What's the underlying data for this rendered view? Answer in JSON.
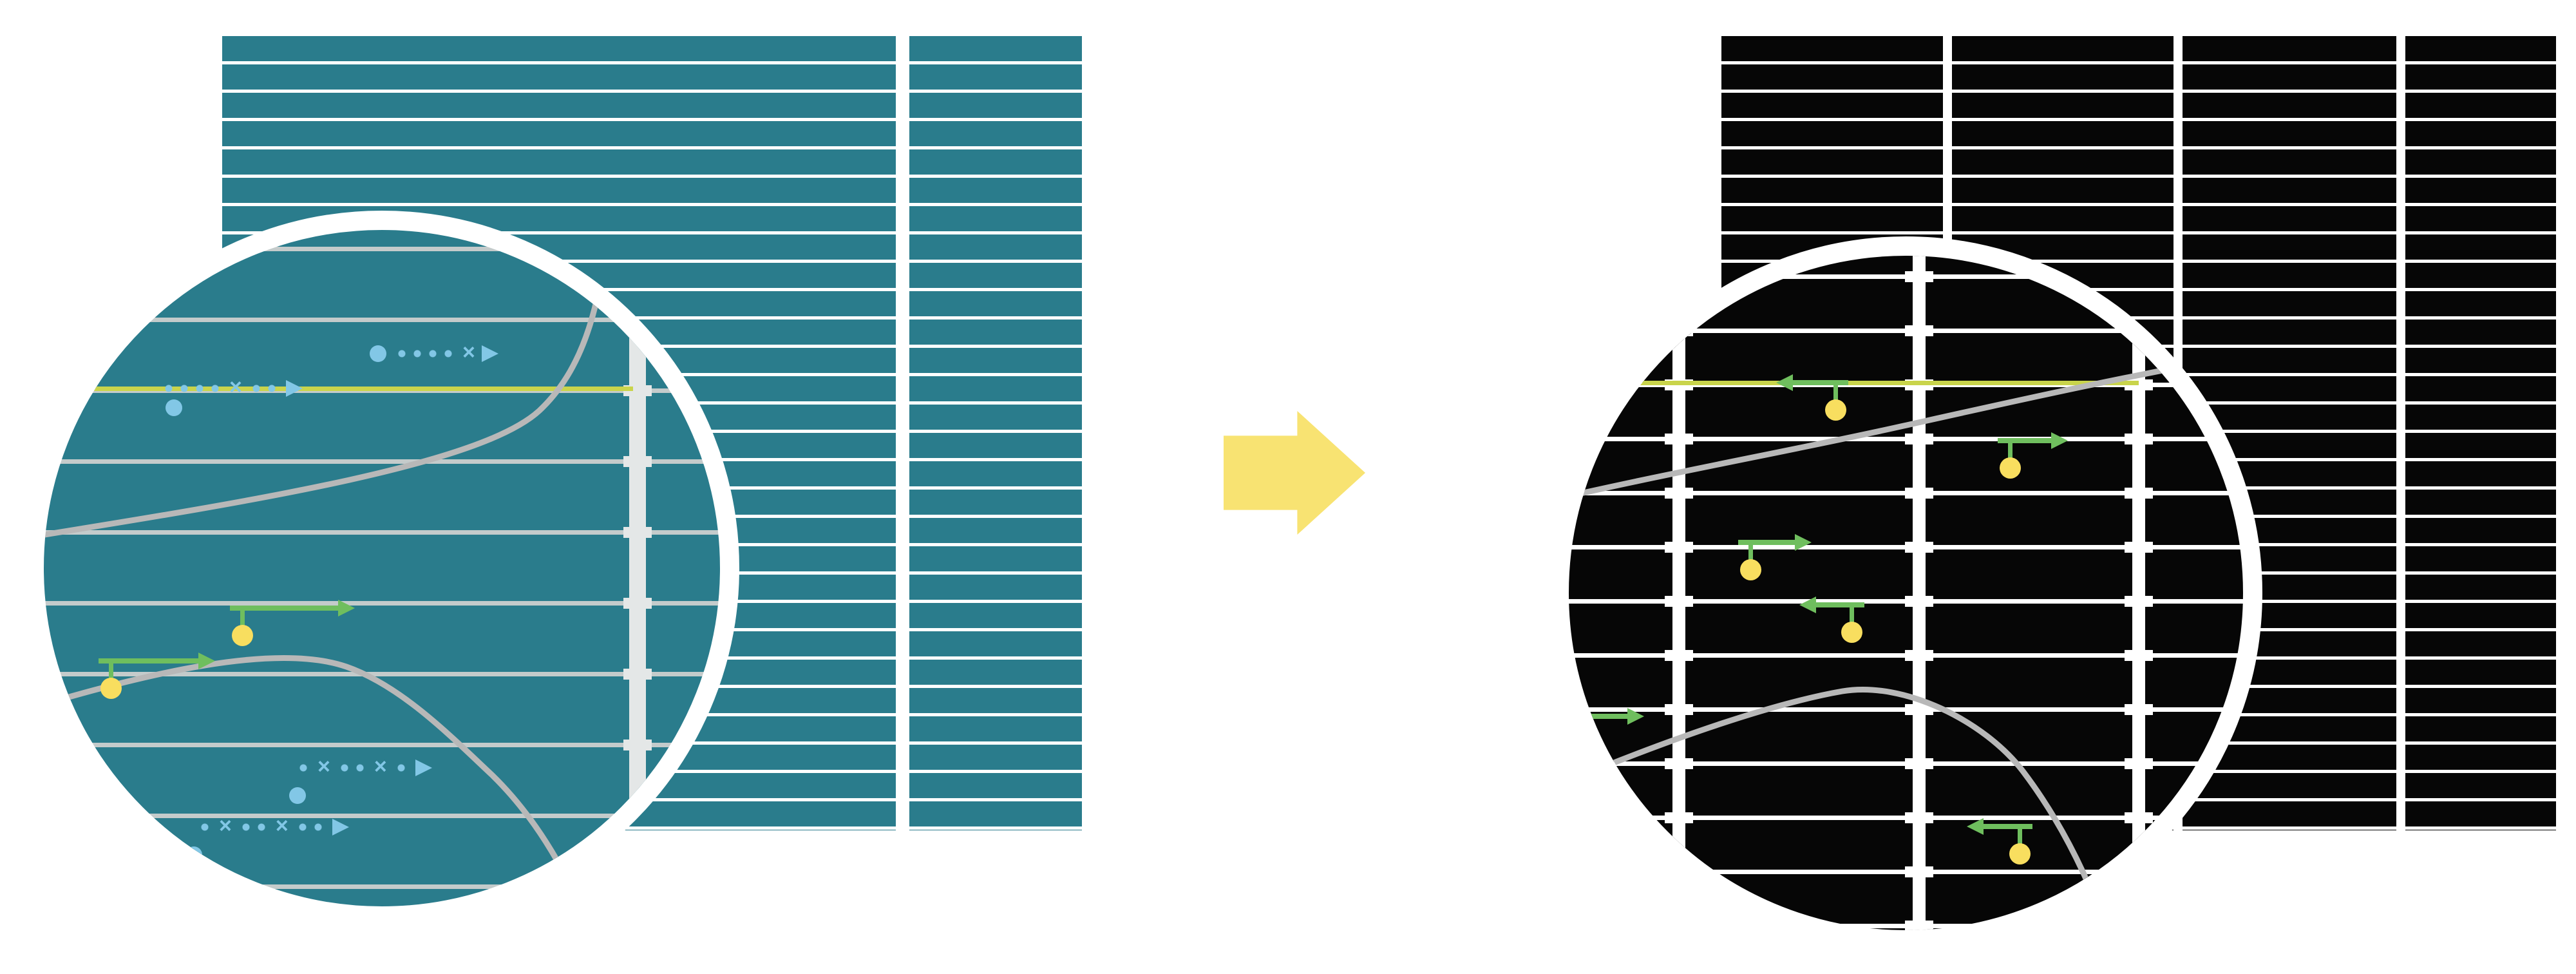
{
  "glyphs": {
    "x_marker": "×"
  },
  "colors": {
    "background": "#ffffff",
    "teal_panel": "#2a7c8c",
    "black_panel": "#060606",
    "panel_line": "#ffffff",
    "circle_line_gray": "#c4cbcb",
    "busbar_gray": "#e4e7e7",
    "busbar_white": "#ffffff",
    "contour_gray": "#b8b8b8",
    "chartreuse_line": "#c9d44b",
    "electron_green": "#6fbe5e",
    "carrier_yellow": "#f8de5f",
    "recombination_blue": "#82c7e6",
    "transition_arrow_yellow": "#f8e372"
  },
  "left_figure": {
    "panel": "teal cell with horizontal finger lines, one narrow strip segment",
    "magnifier": {
      "busbars": 1,
      "blocked_paths": [
        {
          "direction": "right"
        },
        {
          "direction": "right"
        },
        {
          "direction": "right"
        },
        {
          "direction": "right"
        }
      ],
      "carriers": [
        {
          "direction": "right"
        },
        {
          "direction": "right"
        }
      ]
    }
  },
  "right_figure": {
    "panel": "black cell, four column segments with horizontal finger lines",
    "magnifier": {
      "busbars": 3,
      "carriers": [
        {
          "direction": "left"
        },
        {
          "direction": "right"
        },
        {
          "direction": "right"
        },
        {
          "direction": "left"
        },
        {
          "direction": "right"
        },
        {
          "direction": "left"
        }
      ]
    }
  },
  "transition": {
    "arrow_direction": "right"
  }
}
